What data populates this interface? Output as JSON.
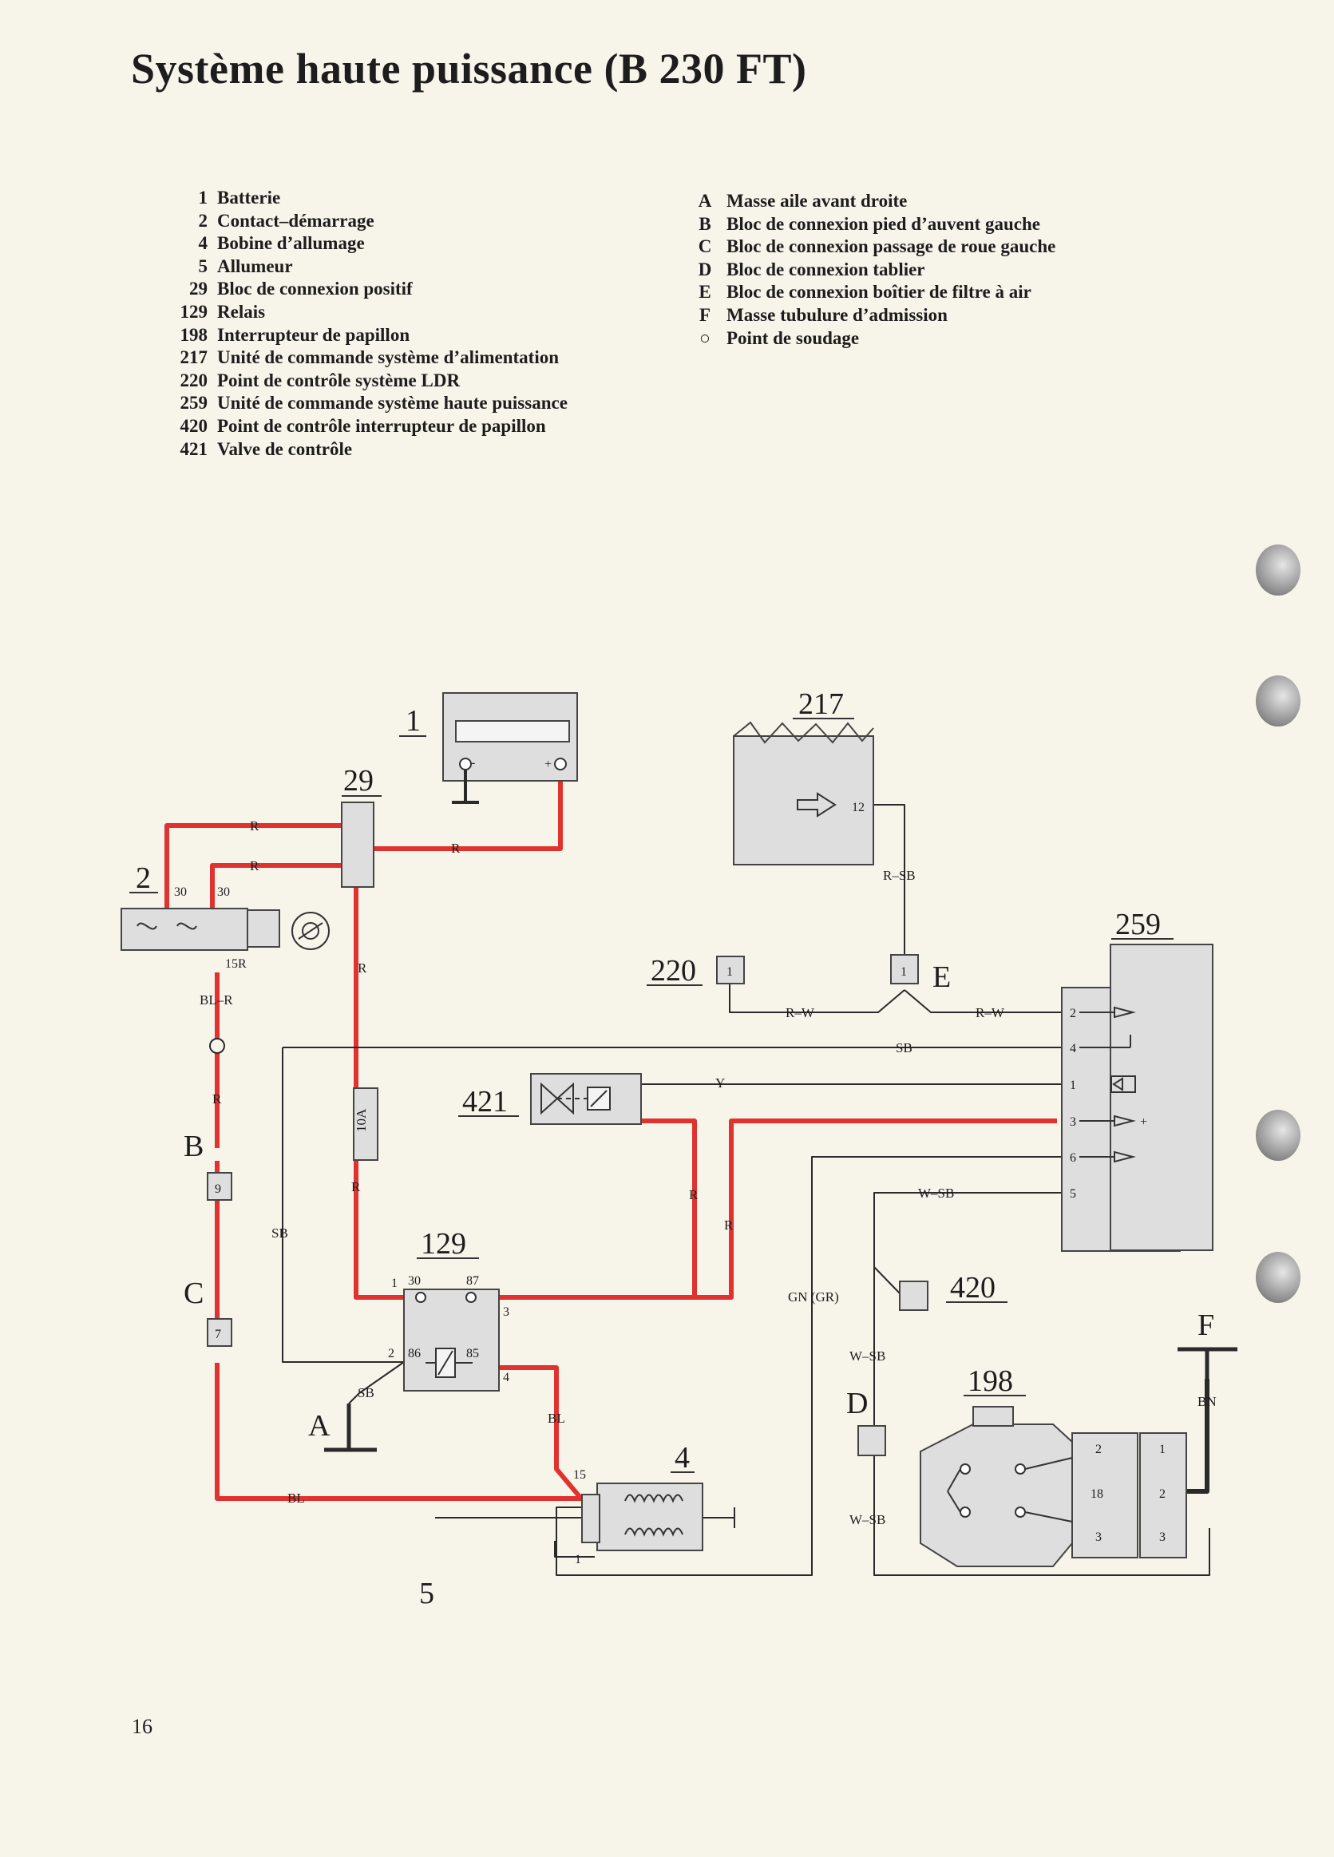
{
  "title": "Système haute puissance (B 230 FT)",
  "page_number": "16",
  "legend_left": [
    {
      "num": "1",
      "label": "Batterie"
    },
    {
      "num": "2",
      "label": "Contact–démarrage"
    },
    {
      "num": "4",
      "label": "Bobine d’allumage"
    },
    {
      "num": "5",
      "label": "Allumeur"
    },
    {
      "num": "29",
      "label": "Bloc de connexion positif"
    },
    {
      "num": "129",
      "label": "Relais"
    },
    {
      "num": "198",
      "label": "Interrupteur de papillon"
    },
    {
      "num": "217",
      "label": "Unité de commande système d’alimentation"
    },
    {
      "num": "220",
      "label": "Point de contrôle système LDR"
    },
    {
      "num": "259",
      "label": "Unité de commande système haute puissance"
    },
    {
      "num": "420",
      "label": "Point de contrôle interrupteur de papillon"
    },
    {
      "num": "421",
      "label": "Valve de contrôle"
    }
  ],
  "legend_right": [
    {
      "num": "A",
      "label": "Masse aile avant droite"
    },
    {
      "num": "B",
      "label": "Bloc de connexion pied d’auvent gauche"
    },
    {
      "num": "C",
      "label": "Bloc de connexion passage de roue gauche"
    },
    {
      "num": "D",
      "label": "Bloc de connexion tablier"
    },
    {
      "num": "E",
      "label": "Bloc de connexion boîtier de filtre à air"
    },
    {
      "num": "F",
      "label": "Masse tubulure d’admission"
    },
    {
      "num": "○",
      "label": "Point de soudage"
    }
  ],
  "colors": {
    "wire_red": "#e0322e",
    "wire_black": "#2a2a2a",
    "component_fill": "#dedede",
    "paper": "#f7f4ea"
  },
  "diagram": {
    "components": {
      "c1": "1",
      "c29": "29",
      "c2": "2",
      "c217": "217",
      "c220": "220",
      "c259": "259",
      "c421": "421",
      "c129": "129",
      "c420": "420",
      "c198": "198",
      "c4": "4",
      "c5": "5",
      "gA": "A",
      "gB": "B",
      "gC": "C",
      "gD": "D",
      "gE": "E",
      "gF": "F"
    },
    "wires": {
      "R": "R",
      "BL_R": "BL–R",
      "BL": "BL",
      "SB": "SB",
      "R_SB": "R–SB",
      "R_W": "R–W",
      "Y": "Y",
      "W_SB": "W–SB",
      "GN_GR": "GN (GR)",
      "BN": "BN",
      "fuse": "10A"
    },
    "pins": {
      "p30": "30",
      "p15R": "15R",
      "p12": "12",
      "p1": "1",
      "p2": "2",
      "p3": "3",
      "p4": "4",
      "p5": "5",
      "p6": "6",
      "p7": "7",
      "p9": "9",
      "p15": "15",
      "p18": "18",
      "p85": "85",
      "p86": "86",
      "p87": "87",
      "minus": "-",
      "plus": "+",
      "bplus": "+"
    }
  }
}
